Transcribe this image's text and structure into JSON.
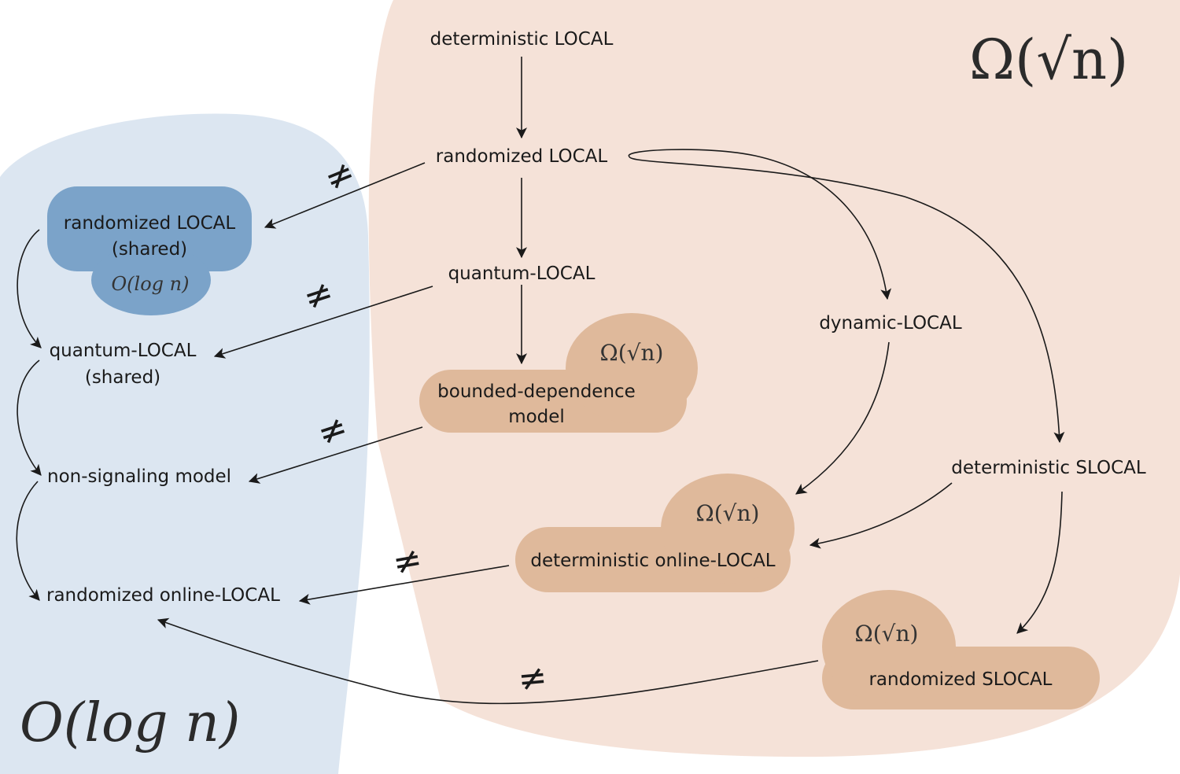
{
  "colors": {
    "region_logn": "#dce6f1",
    "region_sqrtn": "#f5e2d8",
    "blob_blue": "#7ba3c9",
    "blob_tan": "#dfb99b"
  },
  "regions": {
    "logn_label": "O(log n)",
    "sqrtn_label": "Ω(√n)"
  },
  "nodes": {
    "det_local": "deterministic LOCAL",
    "rand_local": "randomized LOCAL",
    "quantum_local": "quantum-LOCAL",
    "bounded_dep_line1": "bounded-dependence",
    "bounded_dep_line2": "model",
    "bounded_dep_bound": "Ω(√n)",
    "dynamic_local": "dynamic-LOCAL",
    "det_slocal": "deterministic SLOCAL",
    "det_online_local": "deterministic online-LOCAL",
    "det_online_bound": "Ω(√n)",
    "rand_slocal": "randomized SLOCAL",
    "rand_slocal_bound": "Ω(√n)",
    "rand_local_shared_line1": "randomized LOCAL",
    "rand_local_shared_line2": "(shared)",
    "rand_local_shared_bound": "O(log n)",
    "quantum_shared_line1": "quantum-LOCAL",
    "quantum_shared_line2": "(shared)",
    "non_signaling": "non-signaling model",
    "rand_online_local": "randomized online-LOCAL"
  },
  "neq_symbol": "≠"
}
